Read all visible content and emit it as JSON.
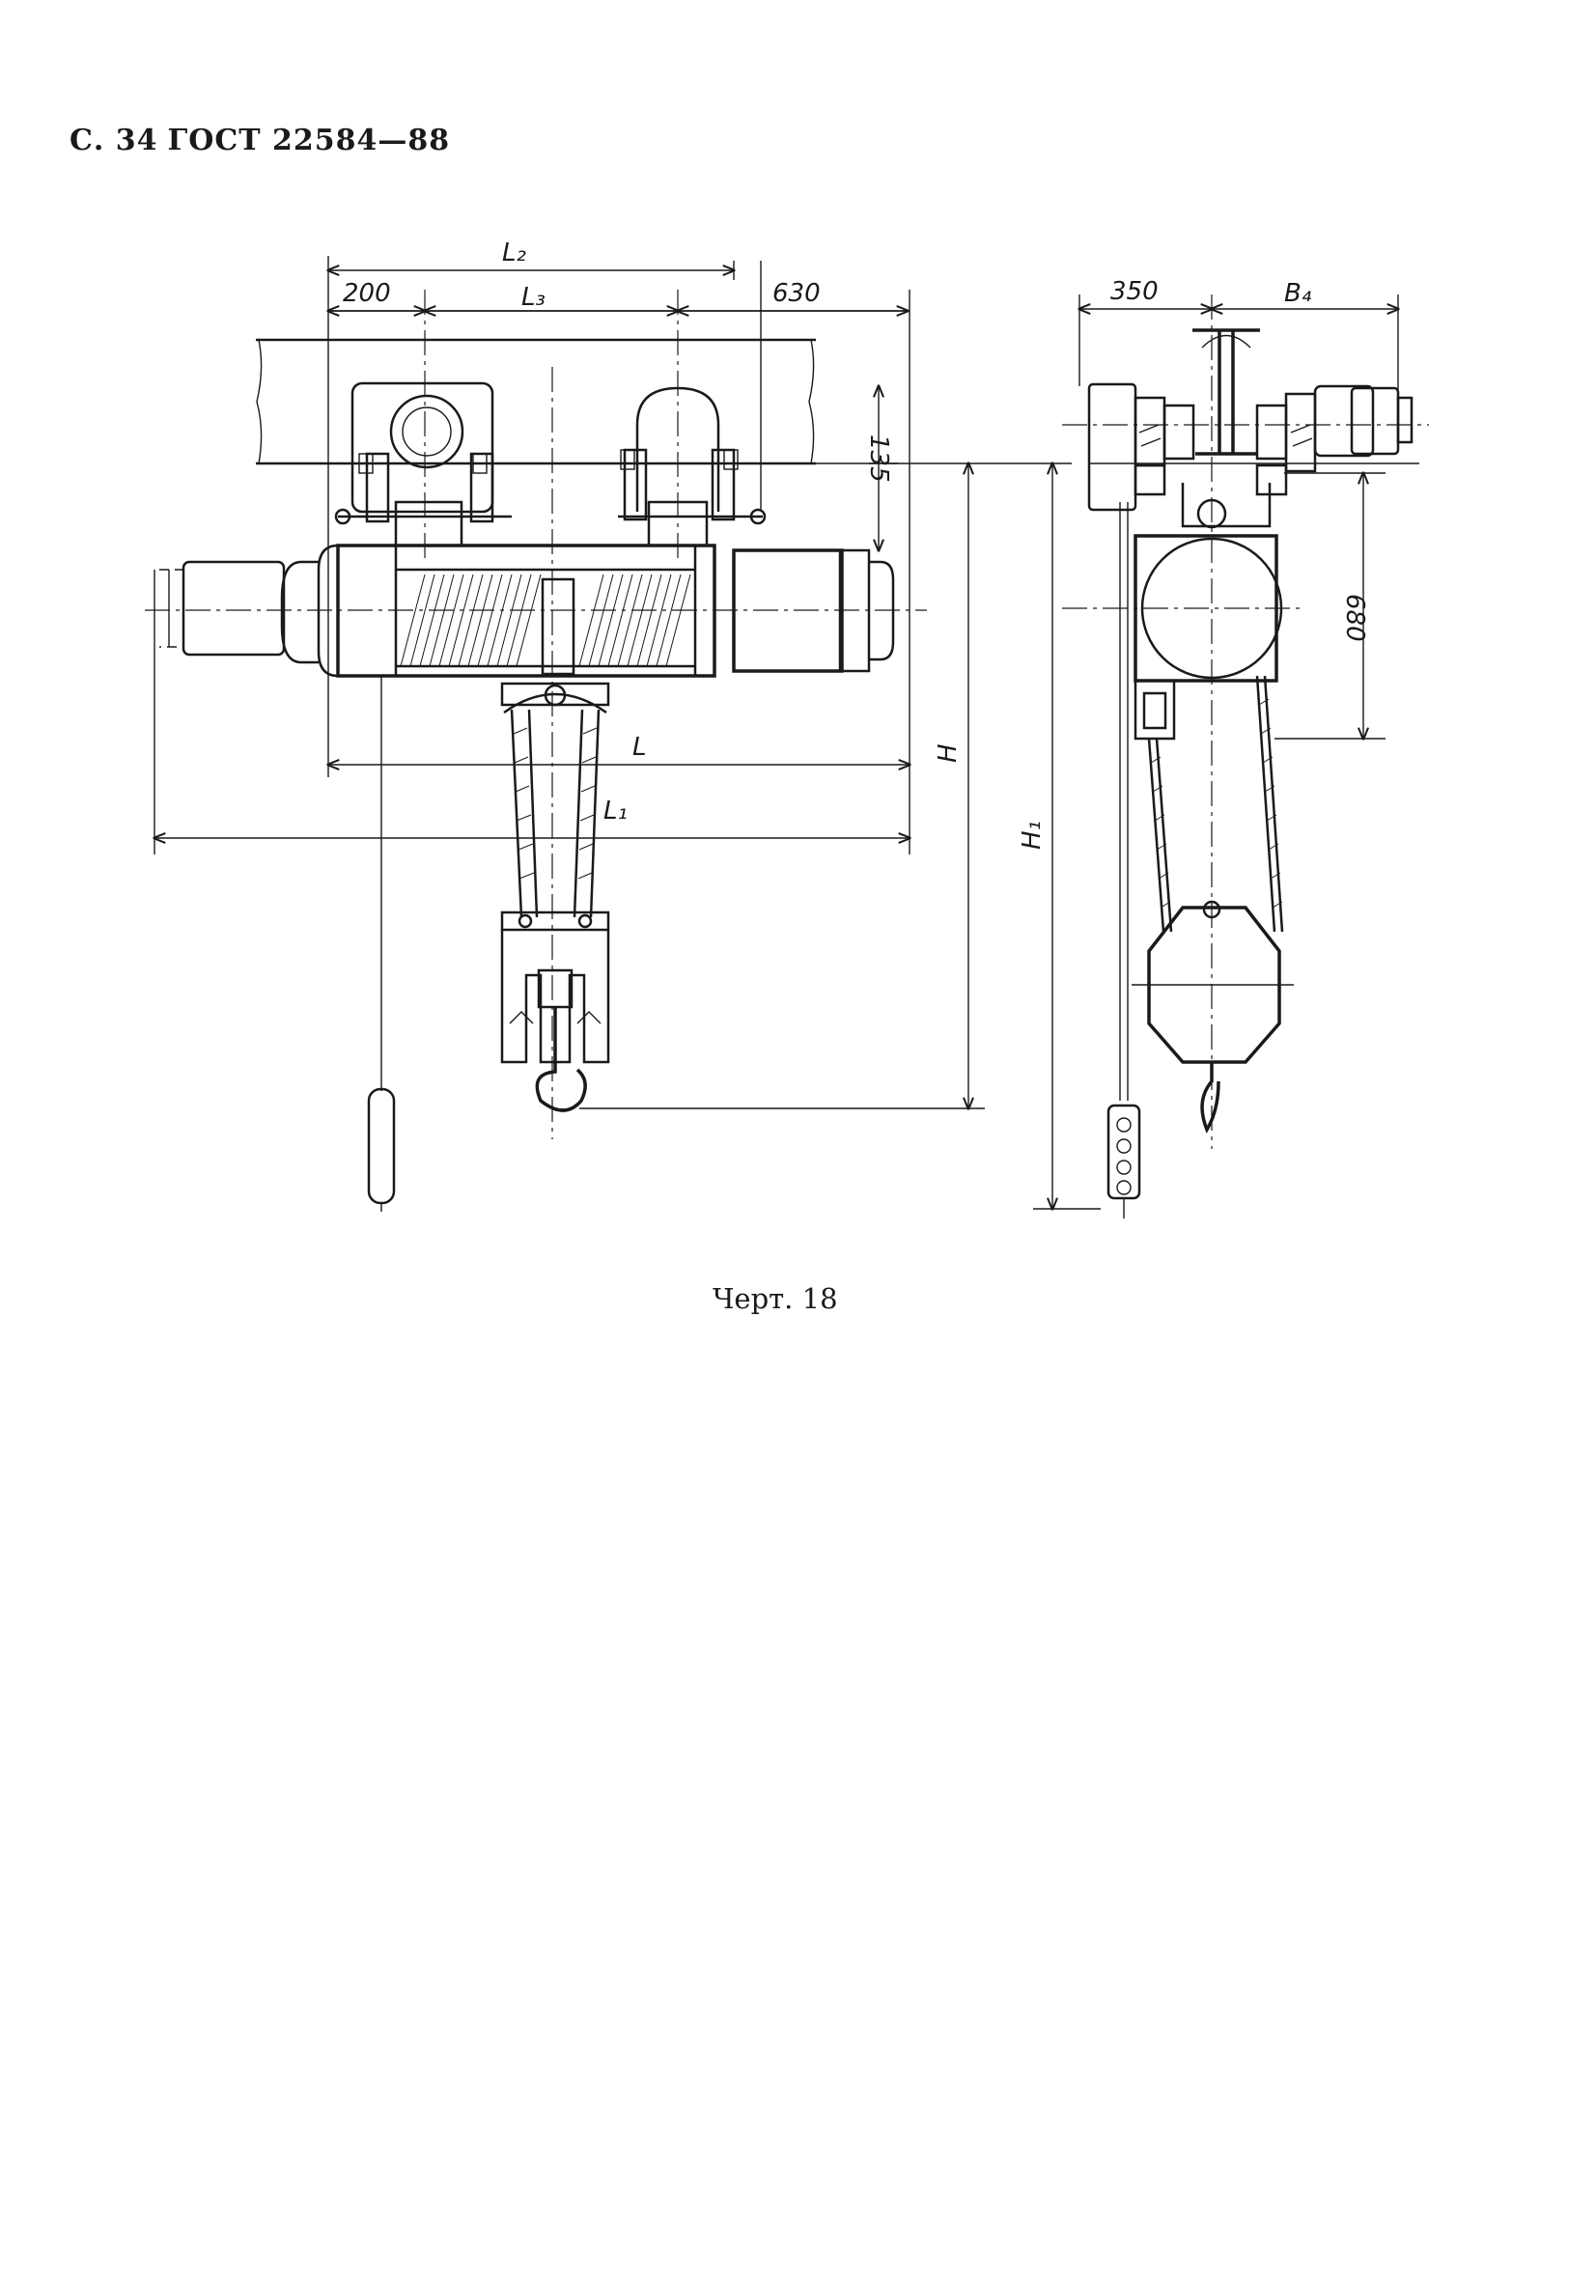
{
  "header": {
    "page_prefix": "С. 34",
    "standard": "ГОСТ 22584—88"
  },
  "dimensions": {
    "L2": "L₂",
    "L3": "L₃",
    "d200": "200",
    "d630": "630",
    "d135": "135",
    "L": "L",
    "L1": "L₁",
    "H": "H",
    "H1": "H₁",
    "d350": "350",
    "B4": "B₄",
    "d680": "680"
  },
  "caption": "Черт. 18"
}
